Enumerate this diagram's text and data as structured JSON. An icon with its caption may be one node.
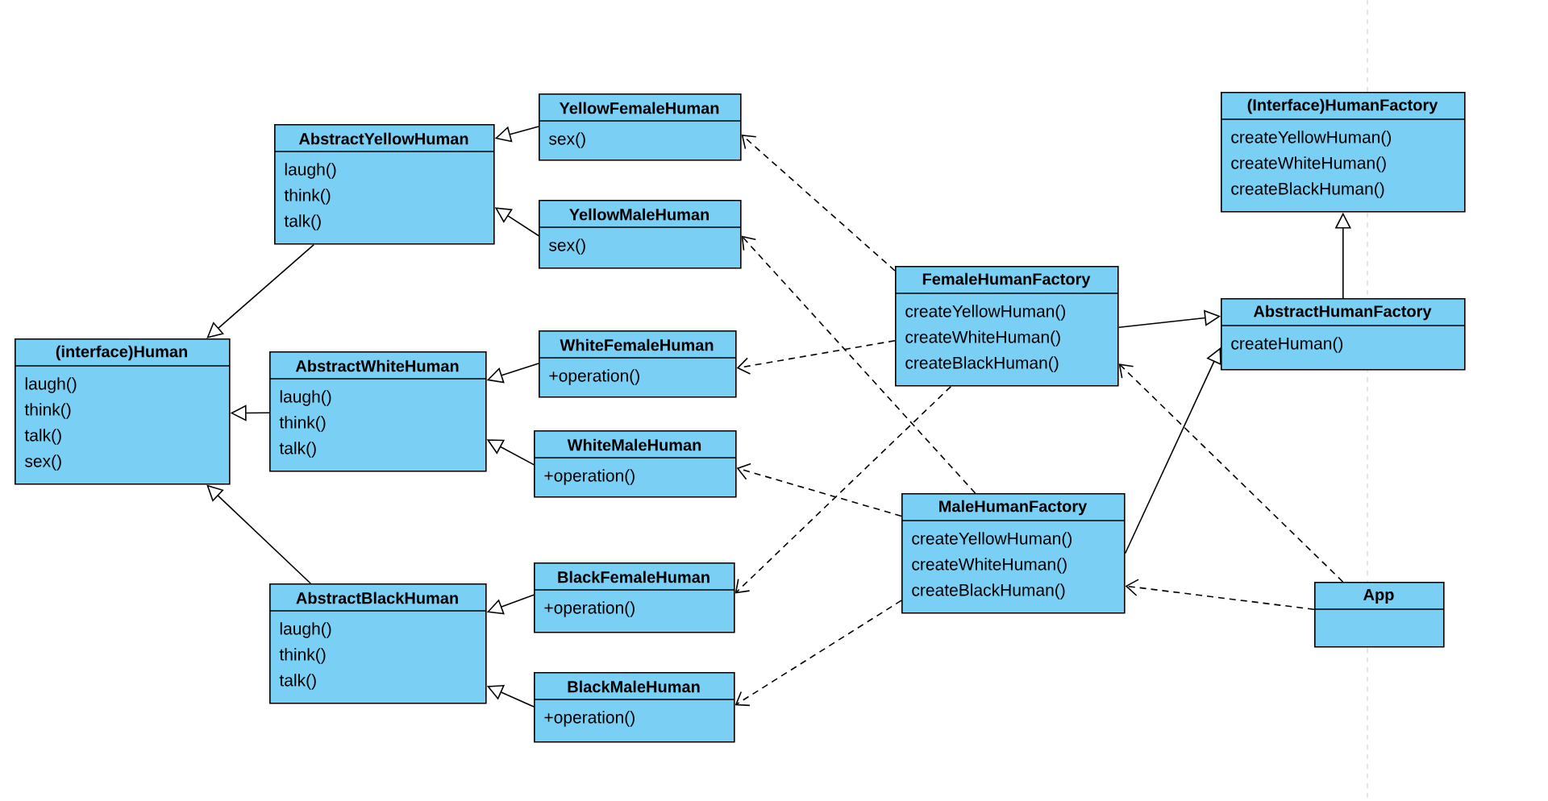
{
  "diagram": {
    "nodes": [
      {
        "text": [
          "AbstractYellowHuman",
          "laugh()",
          "think()",
          "talk()"
        ]
      },
      {
        "text": [
          "YellowFemaleHuman",
          "sex()"
        ]
      },
      {
        "text": [
          "YellowMaleHuman",
          "sex()"
        ]
      },
      {
        "text": [
          "FemaleHumanFactory",
          "createYellowHuman()",
          "createWhiteHuman()",
          "createBlackHuman()"
        ]
      },
      {
        "text": [
          "(Interface)HumanFactory",
          "createYellowHuman()",
          "createWhiteHuman()",
          "createBlackHuman()"
        ]
      },
      {
        "text": [
          "(interface)Human",
          "laugh()",
          "think()",
          "talk()",
          "sex()"
        ]
      },
      {
        "text": [
          "AbstractWhiteHuman",
          "laugh()",
          "think()",
          "talk()"
        ]
      },
      {
        "text": [
          "WhiteFemaleHuman",
          "+operation()"
        ]
      },
      {
        "text": [
          "AbstractHumanFactory",
          "createHuman()"
        ]
      },
      {
        "text": [
          "WhiteMaleHuman",
          "+operation()"
        ]
      },
      {
        "text": [
          "MaleHumanFactory",
          "createYellowHuman()",
          "createWhiteHuman()",
          "createBlackHuman()"
        ]
      },
      {
        "text": [
          "AbstractBlackHuman",
          "laugh()",
          "think()",
          "talk()"
        ]
      },
      {
        "text": [
          "BlackFemaleHuman",
          "+operation()"
        ]
      },
      {
        "text": [
          "App"
        ]
      },
      {
        "text": [
          "BlackMaleHuman",
          "+operation()"
        ]
      }
    ],
    "edges": [
      {
        "from": 0,
        "to": 5,
        "arrow": "to"
      },
      {
        "from": 6,
        "to": 5,
        "arrow": "to"
      },
      {
        "from": 11,
        "to": 5,
        "arrow": "to"
      },
      {
        "from": 1,
        "to": 0,
        "arrow": "to"
      },
      {
        "from": 2,
        "to": 0,
        "arrow": "to"
      },
      {
        "from": 7,
        "to": 6,
        "arrow": "to"
      },
      {
        "from": 9,
        "to": 6,
        "arrow": "to"
      },
      {
        "from": 12,
        "to": 11,
        "arrow": "to"
      },
      {
        "from": 14,
        "to": 11,
        "arrow": "to"
      },
      {
        "from": 8,
        "to": 4,
        "arrow": "to"
      },
      {
        "from": 3,
        "to": 8,
        "arrow": "to"
      },
      {
        "from": 10,
        "to": 8,
        "arrow": "to"
      },
      {
        "from": 3,
        "to": 1,
        "arrow": "to",
        "style": "dashed"
      },
      {
        "from": 3,
        "to": 7,
        "arrow": "to",
        "style": "dashed"
      },
      {
        "from": 3,
        "to": 12,
        "arrow": "to",
        "style": "dashed"
      },
      {
        "from": 10,
        "to": 2,
        "arrow": "to",
        "style": "dashed"
      },
      {
        "from": 10,
        "to": 9,
        "arrow": "to",
        "style": "dashed"
      },
      {
        "from": 10,
        "to": 14,
        "arrow": "to",
        "style": "dashed"
      },
      {
        "from": 13,
        "to": 3,
        "arrow": "to",
        "style": "dashed"
      },
      {
        "from": 13,
        "to": 10,
        "arrow": "to",
        "style": "dashed"
      }
    ]
  }
}
